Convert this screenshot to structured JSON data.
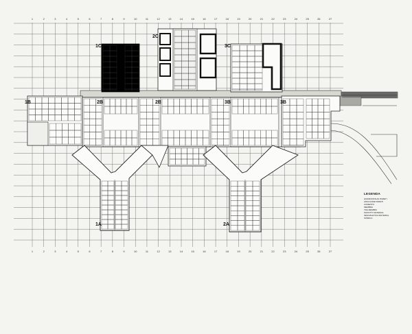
{
  "wings": [
    {
      "id": "1C",
      "label": "1C"
    },
    {
      "id": "2C",
      "label": "2C"
    },
    {
      "id": "3C",
      "label": "3C"
    },
    {
      "id": "1B",
      "label": "1B"
    },
    {
      "id": "2B_left",
      "label": "2B"
    },
    {
      "id": "2B_right",
      "label": "2B"
    },
    {
      "id": "3B_left",
      "label": "3B"
    },
    {
      "id": "3B_right",
      "label": "3B"
    },
    {
      "id": "1A",
      "label": "1A"
    },
    {
      "id": "2A",
      "label": "2A"
    }
  ],
  "legend": {
    "title": "LEGENDA",
    "items": [
      "HORIZONTALNI PARETI",
      "ANGOLARE PARETI",
      "AUMENTO",
      "MEMBRA",
      "TRA MEMBRI",
      "SOFFITTI MATERIAL",
      "SEGNALETICA MATERIAL",
      "SISMICA"
    ]
  },
  "grid": {
    "columns": [
      "1",
      "2",
      "3",
      "4",
      "5",
      "6",
      "7",
      "8",
      "9",
      "10",
      "11",
      "12",
      "13",
      "14",
      "15",
      "16",
      "17",
      "18",
      "19",
      "20",
      "21",
      "22",
      "23",
      "24",
      "25",
      "26",
      "27"
    ]
  }
}
